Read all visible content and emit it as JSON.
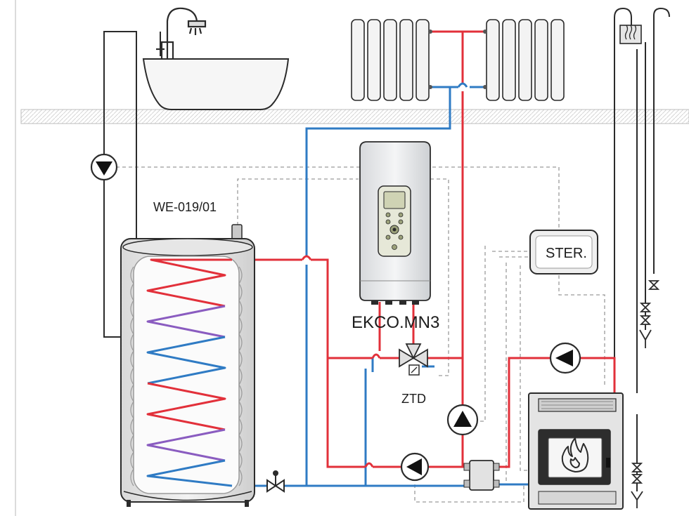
{
  "labels": {
    "tank": "WE-019/01",
    "controller": "EKCO.MN3",
    "valve": "ZTD",
    "sensor": "STER."
  },
  "colors": {
    "hot_pipe": "#e2303a",
    "cold_pipe": "#2f7bc4",
    "coil_purple": "#8a5cc0",
    "control_line": "#9a9a9a",
    "floor": "#c8c8c8",
    "outline": "#2b2b2b"
  },
  "icons": {
    "tap": "faucet-icon",
    "flame": "flame-icon",
    "sensor_symbol": "steam-sensor-icon"
  }
}
